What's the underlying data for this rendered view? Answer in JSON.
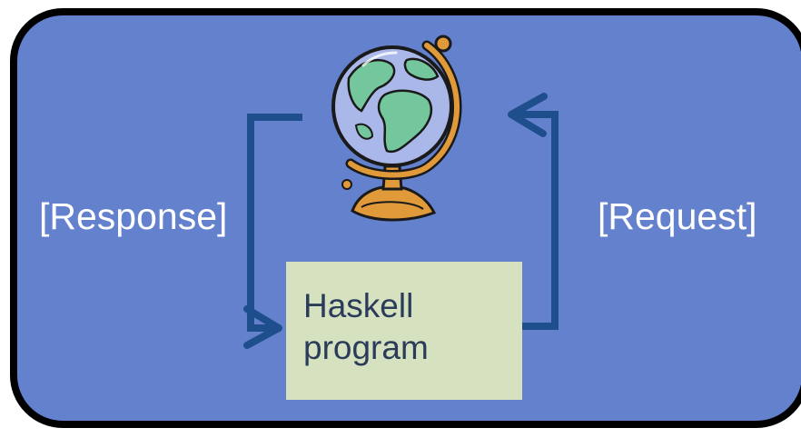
{
  "diagram": {
    "response_label": "[Response]",
    "request_label": "[Request]",
    "program_box": {
      "line1": "Haskell",
      "line2": "program"
    },
    "globe": {
      "icon": "globe-icon"
    }
  },
  "colors": {
    "panel_fill": "#6381cd",
    "panel_border": "#000000",
    "arrow": "#1f4e8c",
    "program_box_fill": "#d6e2bf",
    "program_text": "#2b3c5a",
    "label_text": "#ffffff"
  }
}
